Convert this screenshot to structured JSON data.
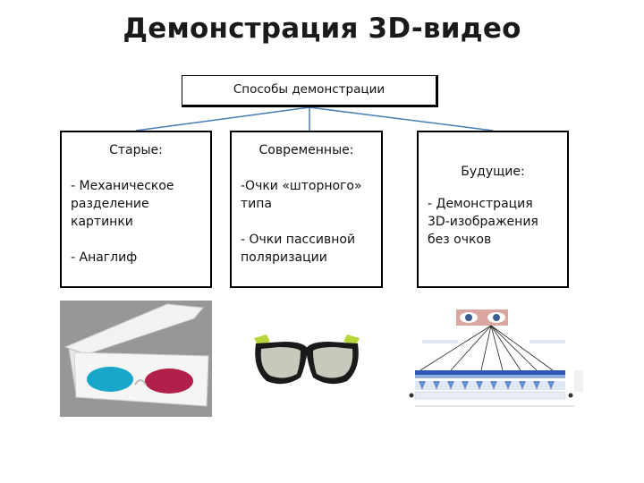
{
  "title": "Демонстрация 3D-видео",
  "root": {
    "label": "Способы демонстрации"
  },
  "columns": [
    {
      "heading": "Старые:",
      "items": [
        "- Механическое разделение картинки",
        "- Анаглиф"
      ]
    },
    {
      "heading": "Современные:",
      "items": [
        "-Очки «шторного» типа",
        "- Очки пассивной поляризации"
      ]
    },
    {
      "heading": "Будущие:",
      "items": [
        "- Демонстрация 3D-изображения без очков"
      ]
    }
  ],
  "images": [
    {
      "icon": "anaglyph-glasses-icon",
      "lens_colors": [
        "#19a7c9",
        "#b0204a"
      ]
    },
    {
      "icon": "shutter-glasses-icon",
      "accent": "#b8d63a"
    },
    {
      "icon": "autostereoscopic-display-diagram-icon"
    }
  ]
}
